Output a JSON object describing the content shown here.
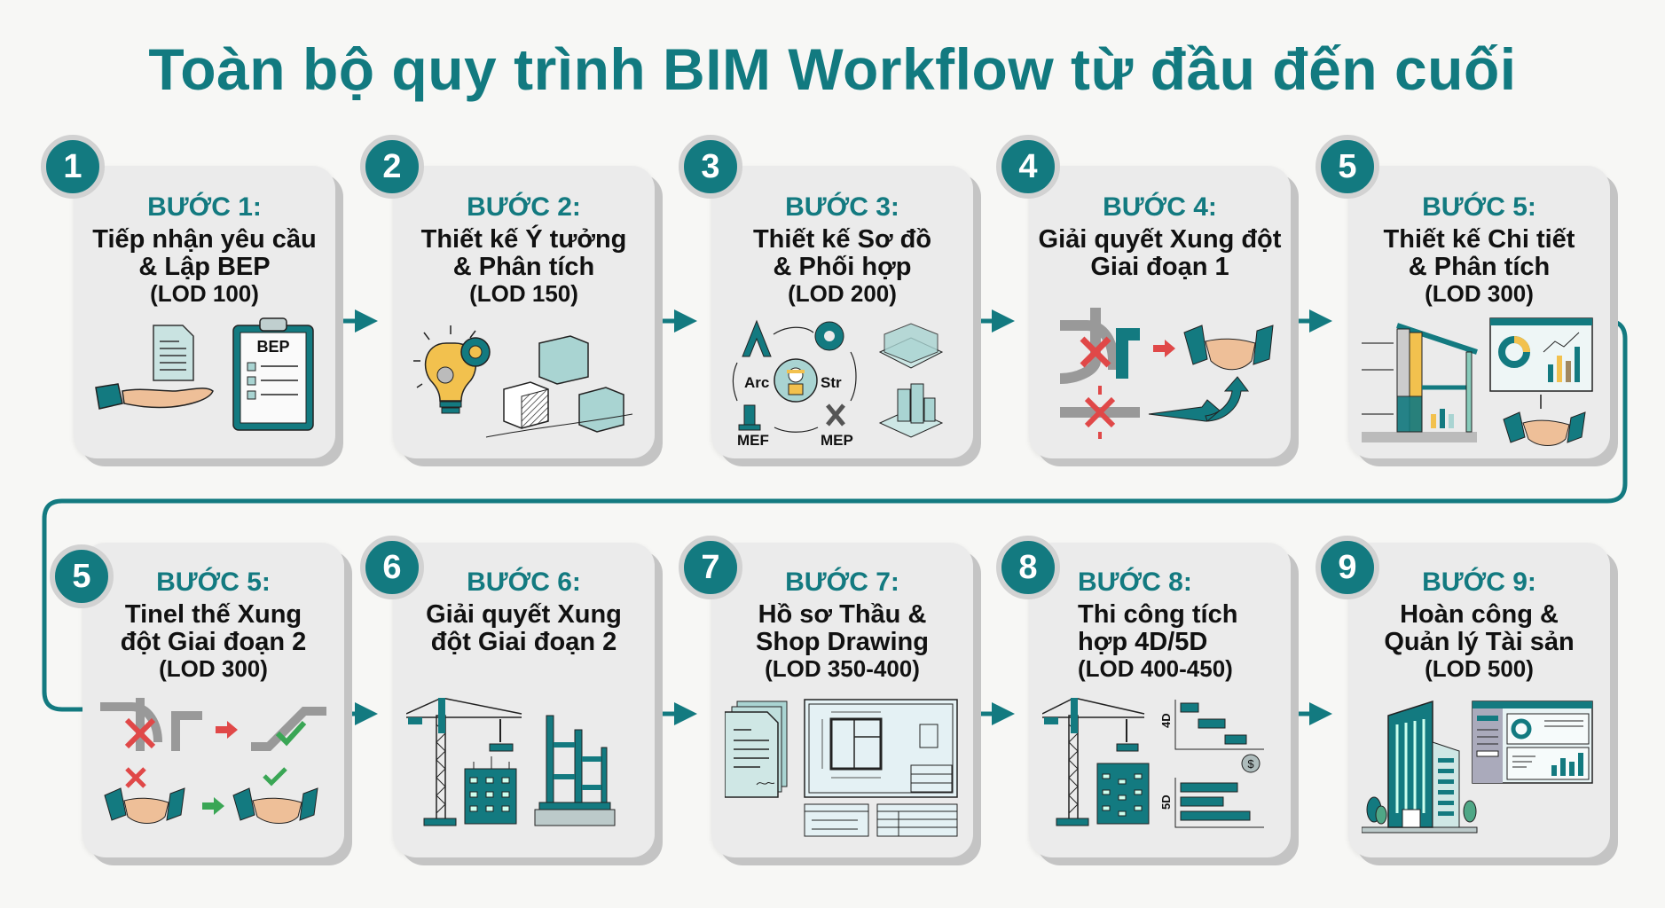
{
  "title": "Toàn bộ quy trình BIM Workflow từ đầu đến cuối",
  "colors": {
    "accent": "#137a80",
    "card_bg": "#ebebeb",
    "card_shadow": "#c4c4c4",
    "badge_ring": "#d2d2d2",
    "text": "#111111",
    "error_red": "#e04848",
    "ok_green": "#3aa655",
    "light_teal": "#a9d4d2",
    "yellow": "#f2c14e"
  },
  "steps": [
    {
      "badge": "1",
      "label": "BƯỚC 1:",
      "line1": "Tiếp nhận yêu cầu",
      "line2": "& Lập BEP",
      "lod": "(LOD 100)",
      "icons": [
        "document-icon",
        "hand-icon",
        "bep-clipboard-icon"
      ],
      "clipboard_text": "BEP"
    },
    {
      "badge": "2",
      "label": "BƯỚC 2:",
      "line1": "Thiết kế Ý tưởng",
      "line2": "& Phân tích",
      "lod": "(LOD 150)",
      "icons": [
        "lightbulb-gear-icon",
        "cubes-icon"
      ]
    },
    {
      "badge": "3",
      "label": "BƯỚC 3:",
      "line1": "Thiết kế Sơ đồ",
      "line2": "& Phối hợp",
      "lod": "(LOD 200)",
      "icons": [
        "coordination-cycle-icon",
        "3d-model-icon"
      ],
      "disciplines": [
        "Arc",
        "Str",
        "MEP",
        "MEF"
      ]
    },
    {
      "badge": "4",
      "label": "BƯỚC 4:",
      "line1": "Giải quyết Xung đột",
      "line2": "Giai đoạn 1",
      "lod": "",
      "icons": [
        "pipe-clash-icon",
        "handshake-icon",
        "reroute-arrow-icon"
      ]
    },
    {
      "badge": "5",
      "label": "BƯỚC 5:",
      "line1": "Thiết kế Chi tiết",
      "line2": "& Phân tích",
      "lod": "(LOD 300)",
      "icons": [
        "building-section-icon",
        "analytics-dashboard-icon",
        "handshake-icon"
      ]
    },
    {
      "badge": "5",
      "label": "BƯỚC 5:",
      "line1": "Tinel thế Xung",
      "line2": "đột Giai đoạn 2",
      "lod": "(LOD 300)",
      "icons": [
        "pipe-clash-icon",
        "pipe-resolved-icon",
        "handshake-icon"
      ]
    },
    {
      "badge": "6",
      "label": "BƯỚC 6:",
      "line1": "Giải quyết Xung",
      "line2": "đột Giai đoạn 2",
      "lod": "",
      "icons": [
        "crane-icon",
        "building-frame-icon"
      ]
    },
    {
      "badge": "7",
      "label": "BƯỚC 7:",
      "line1": "Hồ sơ Thầu &",
      "line2": "Shop Drawing",
      "lod": "(LOD 350-400)",
      "icons": [
        "documents-icon",
        "blueprint-icon"
      ]
    },
    {
      "badge": "8",
      "label": "BƯỚC 8:",
      "line1": "Thi công tích",
      "line2": "hợp 4D/5D",
      "lod": "(LOD 400-450)",
      "icons": [
        "crane-icon",
        "gantt-4d-icon",
        "cost-5d-icon"
      ],
      "chart_labels": [
        "4D",
        "5D",
        "$"
      ]
    },
    {
      "badge": "9",
      "label": "BƯỚC 9:",
      "line1": "Hoàn công &",
      "line2": "Quản lý Tài sản",
      "lod": "(LOD 500)",
      "icons": [
        "office-building-icon",
        "facility-dashboard-icon"
      ]
    }
  ]
}
